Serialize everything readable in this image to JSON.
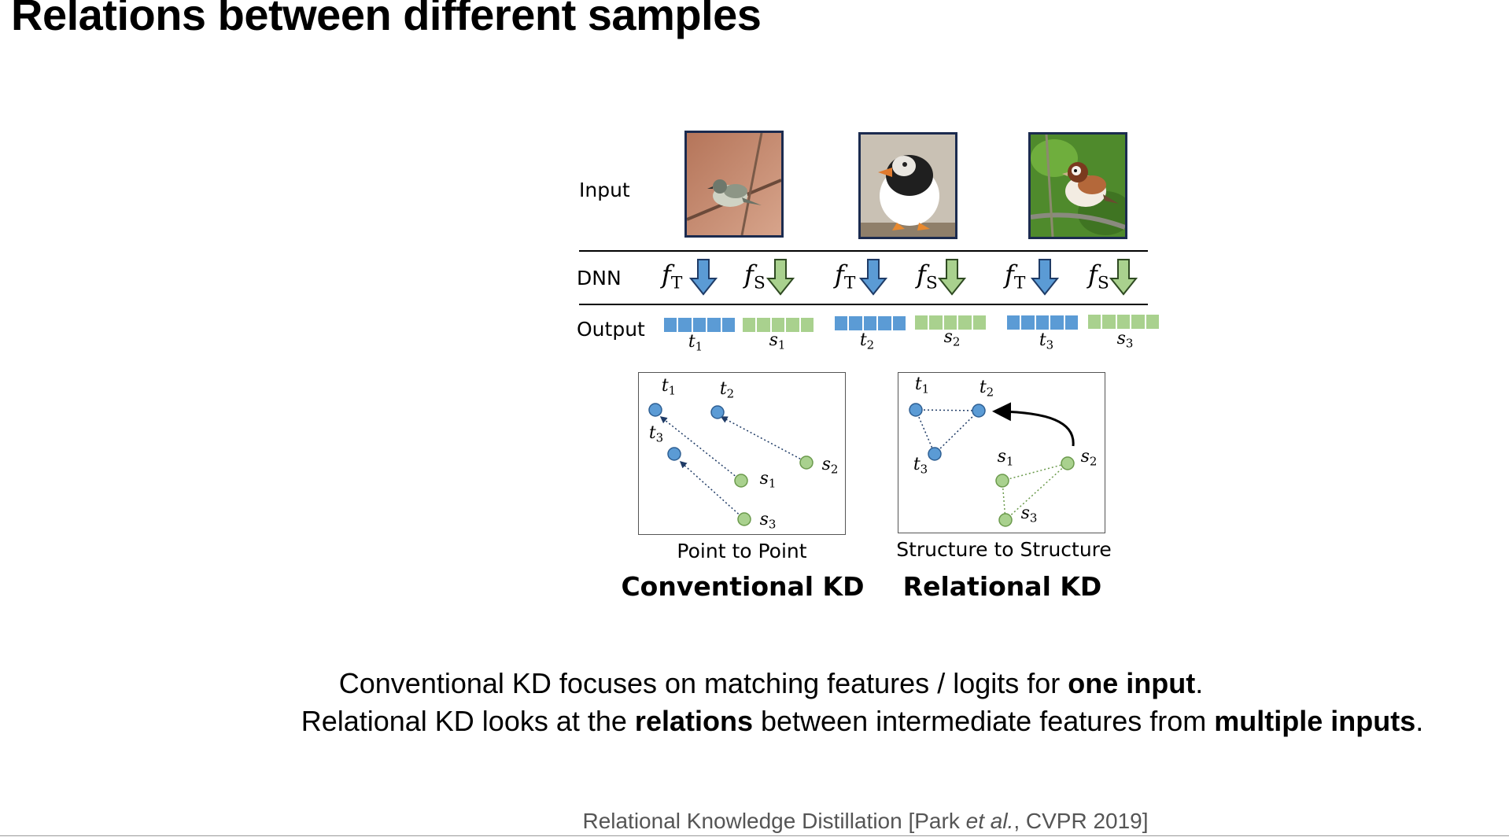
{
  "slide": {
    "title": "Relations between different samples"
  },
  "diagram": {
    "row_labels": {
      "input": "Input",
      "dnn": "DNN",
      "output": "Output"
    },
    "dnn_symbols": [
      {
        "base": "f",
        "sub": "T"
      },
      {
        "base": "f",
        "sub": "S"
      }
    ],
    "outputs": [
      {
        "base": "t",
        "sub": "1"
      },
      {
        "base": "s",
        "sub": "1"
      },
      {
        "base": "t",
        "sub": "2"
      },
      {
        "base": "s",
        "sub": "2"
      },
      {
        "base": "t",
        "sub": "3"
      },
      {
        "base": "s",
        "sub": "3"
      }
    ],
    "conventional": {
      "t1": "t",
      "t1s": "1",
      "t2": "t",
      "t2s": "2",
      "t3": "t",
      "t3s": "3",
      "s1": "s",
      "s1s": "1",
      "s2": "s",
      "s2s": "2",
      "s3": "s",
      "s3s": "3",
      "caption": "Point to Point",
      "heading": "Conventional KD"
    },
    "relational": {
      "t1": "t",
      "t1s": "1",
      "t2": "t",
      "t2s": "2",
      "t3": "t",
      "t3s": "3",
      "s1": "s",
      "s1s": "1",
      "s2": "s",
      "s2s": "2",
      "s3": "s",
      "s3s": "3",
      "caption": "Structure to Structure",
      "heading": "Relational KD"
    },
    "colors": {
      "teacher": "#5b9bd5",
      "student": "#a9d18e",
      "frame": "#1b2b4f"
    },
    "icons": [
      "bird-photo-icon",
      "puffin-photo-icon",
      "bunting-photo-icon",
      "arrow-down-icon"
    ]
  },
  "description": {
    "line1": {
      "a": "Conventional KD focuses on matching features / logits for ",
      "b": "one input",
      "c": "."
    },
    "line2": {
      "a": "Relational KD looks at the ",
      "b": "relations",
      "c": " between intermediate features from ",
      "d": "multiple inputs",
      "e": "."
    }
  },
  "citation": {
    "a": "Relational Knowledge Distillation [Park ",
    "b": "et al.",
    "c": ", CVPR 2019]"
  }
}
